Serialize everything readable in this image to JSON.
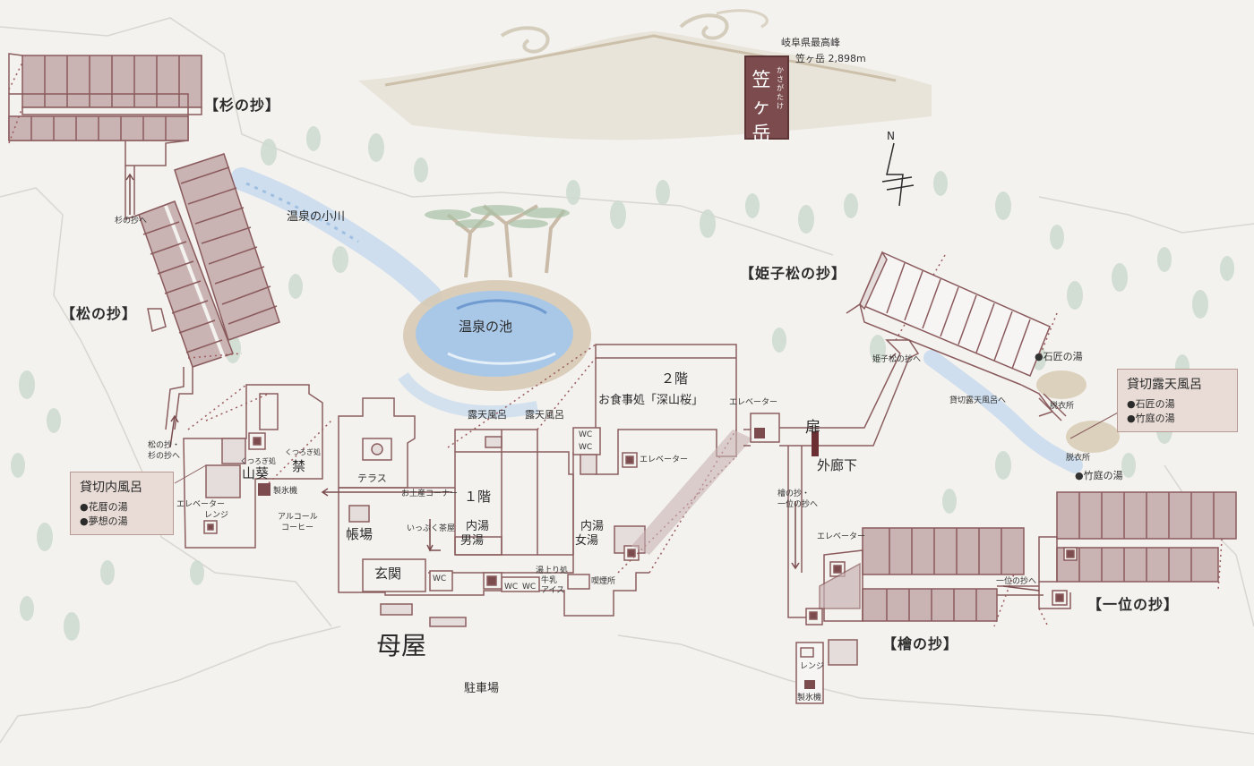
{
  "mountain": {
    "peak_note_line1": "岐阜県最高峰",
    "peak_note_line2": "笠ヶ岳 2,898m",
    "stamp_name": "笠ヶ岳",
    "stamp_reading": "かさがたけ"
  },
  "compass": {
    "north": "N"
  },
  "areas": {
    "sugi": "【杉の抄】",
    "matsu": "【松の抄】",
    "himekomatsu": "【姫子松の抄】",
    "hinoki": "【檜の抄】",
    "ichii": "【一位の抄】",
    "main_building": "母屋"
  },
  "nature": {
    "stream": "温泉の小川",
    "pond": "温泉の池",
    "parking": "駐車場"
  },
  "main": {
    "floor2": "２階",
    "restaurant": "お食事処「深山桜」",
    "floor1": "１階",
    "rotenburo_a": "露天風呂",
    "rotenburo_b": "露天風呂",
    "men_bath_line1": "内湯",
    "men_bath_line2": "男湯",
    "women_bath_line1": "内湯",
    "women_bath_line2": "女湯",
    "front_desk": "帳場",
    "entrance": "玄関",
    "terrace": "テラス",
    "souvenir": "お土産コーナー",
    "tea_corner": "いっぷく茶屋",
    "yuagari_line1": "湯上り処",
    "yuagari_line2": "牛乳",
    "yuagari_line3": "アイス",
    "smoking": "喫煙所",
    "alcohol_line1": "アルコール",
    "alcohol_line2": "コーヒー",
    "sanki": "山葵",
    "kinkyu": "禁",
    "kutsurogi_a": "くつろぎ処",
    "kutsurogi_b": "くつろぎ処",
    "ice_machine": "製氷機",
    "range": "レンジ",
    "elevator": "エレベーター",
    "wc": "WC"
  },
  "corridor": {
    "door": "扉",
    "outer_corridor": "外廊下",
    "to_himekomatsu": "姫子松の抄へ",
    "to_kashikiri_rotenburo": "貸切露天風呂へ",
    "to_hinoki_ichii_line1": "檜の抄・",
    "to_hinoki_ichii_line2": "一位の抄へ",
    "to_ichii": "一位の抄へ",
    "to_sugi": "杉の抄へ",
    "to_matsu_sugi_line1": "松の抄・",
    "to_matsu_sugi_line2": "杉の抄へ",
    "changing_room_a": "脱衣所",
    "changing_room_b": "脱衣所",
    "elevator_hinoki": "エレベーター",
    "range_small": "レンジ",
    "ice_machine_small": "製氷機"
  },
  "kashikiri_uchiburo": {
    "title": "貸切内風呂",
    "items": [
      "●花暦の湯",
      "●夢想の湯"
    ]
  },
  "kashikiri_rotenburo": {
    "title": "貸切露天風呂",
    "items": [
      "●石匠の湯",
      "●竹庭の湯"
    ]
  },
  "bath_labels": {
    "sekisho": "●石匠の湯",
    "takeniwa": "●竹庭の湯"
  },
  "colors": {
    "building_fill": "#c9b3b3",
    "building_line": "#8a5a5c",
    "outline": "#8b5e5f",
    "water": "#a9c8e8",
    "tree": "#bcd3c0",
    "stamp": "#7b4b4d"
  }
}
